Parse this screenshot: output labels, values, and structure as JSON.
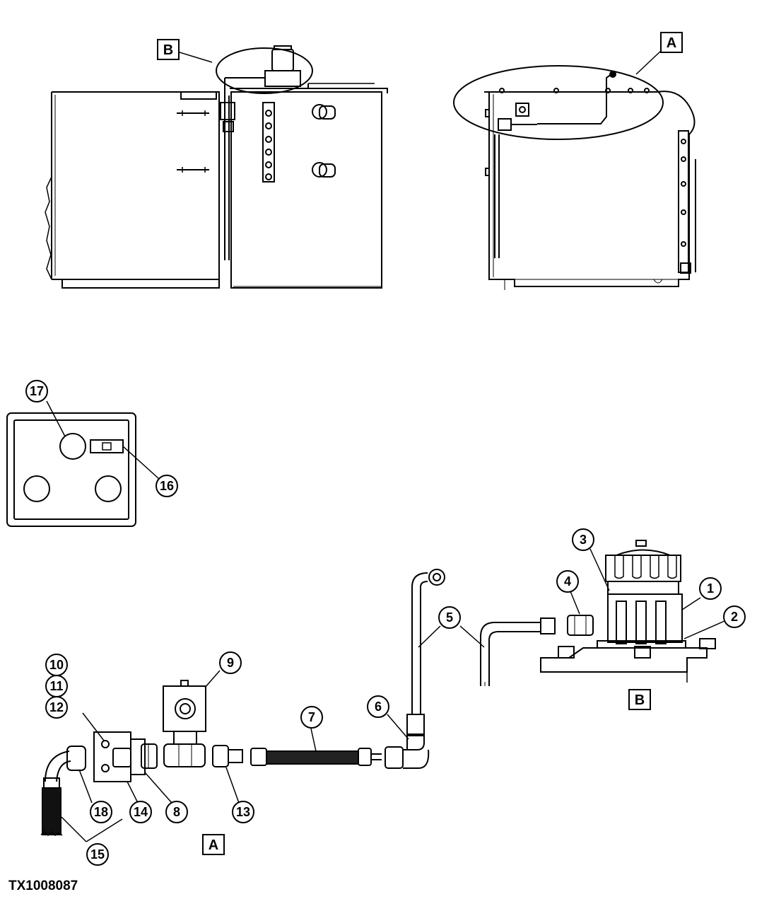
{
  "figure_id": "TX1008087",
  "view_labels": {
    "A": "A",
    "B": "B"
  },
  "callouts": {
    "c1": "1",
    "c2": "2",
    "c3": "3",
    "c4": "4",
    "c5": "5",
    "c6": "6",
    "c7": "7",
    "c8": "8",
    "c9": "9",
    "c10": "10",
    "c11": "11",
    "c12": "12",
    "c13": "13",
    "c14": "14",
    "c15": "15",
    "c16": "16",
    "c17": "17",
    "c18": "18"
  },
  "colors": {
    "ink": "#000000",
    "paper": "#ffffff",
    "hatch": "#555555"
  }
}
